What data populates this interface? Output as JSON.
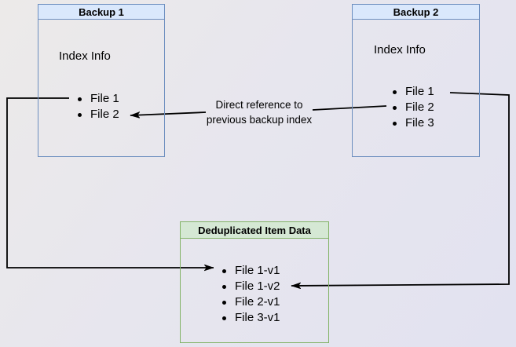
{
  "backup1": {
    "title": "Backup 1",
    "body_label": "Index Info",
    "items": [
      "File 1",
      "File 2"
    ]
  },
  "backup2": {
    "title": "Backup 2",
    "body_label": "Index Info",
    "items": [
      "File 1",
      "File 2",
      "File 3"
    ]
  },
  "dedup": {
    "title": "Deduplicated Item Data",
    "items": [
      "File 1-v1",
      "File 1-v2",
      "File 2-v1",
      "File 3-v1"
    ]
  },
  "annotation": {
    "line1": "Direct reference to",
    "line2": "previous backup index"
  },
  "colors": {
    "blue_header_fill": "#dae8fc",
    "blue_border": "#6c8ebf",
    "green_header_fill": "#d5e8d4",
    "green_border": "#82b366",
    "arrow": "#000000"
  }
}
